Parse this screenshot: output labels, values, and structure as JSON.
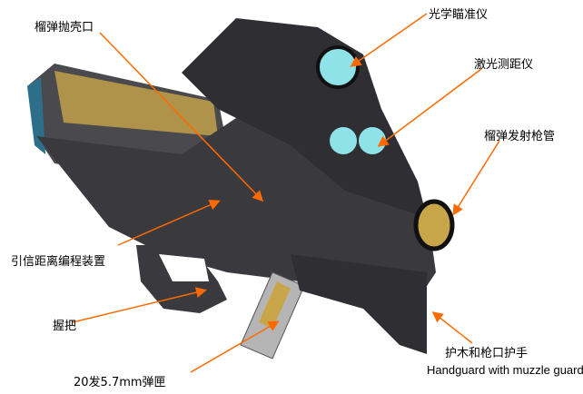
{
  "labels": {
    "grenade_ejection_port": "榴弹抛壳口",
    "optical_sight": "光学瞄准仪",
    "laser_rangefinder": "激光测距仪",
    "grenade_launcher_barrel": "榴弹发射枪管",
    "fuze_programmer": "引信距离编程装置",
    "grip": "握把",
    "magazine": "20发5.7mm弹匣",
    "handguard_zh": "护木和枪口护手",
    "handguard_en": "Handguard with muzzle guard"
  },
  "colors": {
    "arrow": "#ff6a00",
    "body": "#3a3a3e",
    "lens": "#8fe3e8"
  }
}
